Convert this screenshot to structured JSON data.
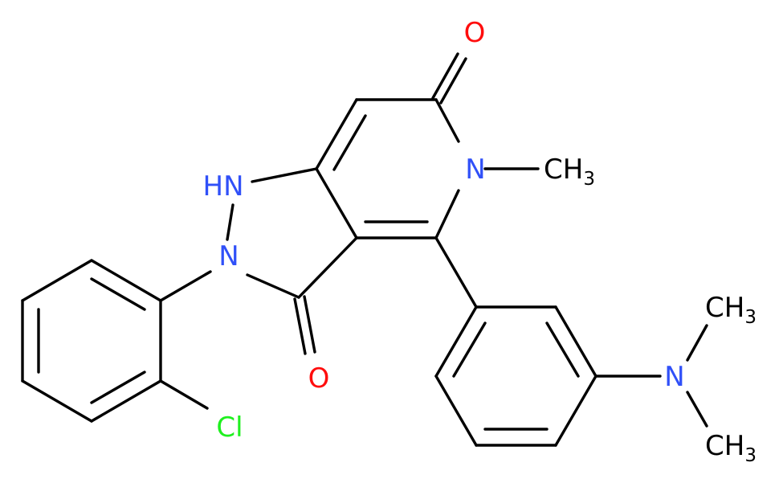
{
  "colors": {
    "bond": "#000000",
    "carbon": "#000000",
    "nitrogen": "#3050F8",
    "oxygen": "#FF0D0D",
    "chlorine": "#1FF01F",
    "background": "#FFFFFF"
  },
  "atoms": {
    "o_top": "O",
    "o_bottom": "O",
    "n_hn": "HN",
    "n2": "N",
    "n5": "N",
    "n_amine": "N",
    "cl": "Cl",
    "ch3_n5": {
      "main": "CH",
      "sub": "3"
    },
    "ch3_top": {
      "main": "CH",
      "sub": "3"
    },
    "ch3_bottom": {
      "main": "CH",
      "sub": "3"
    }
  }
}
